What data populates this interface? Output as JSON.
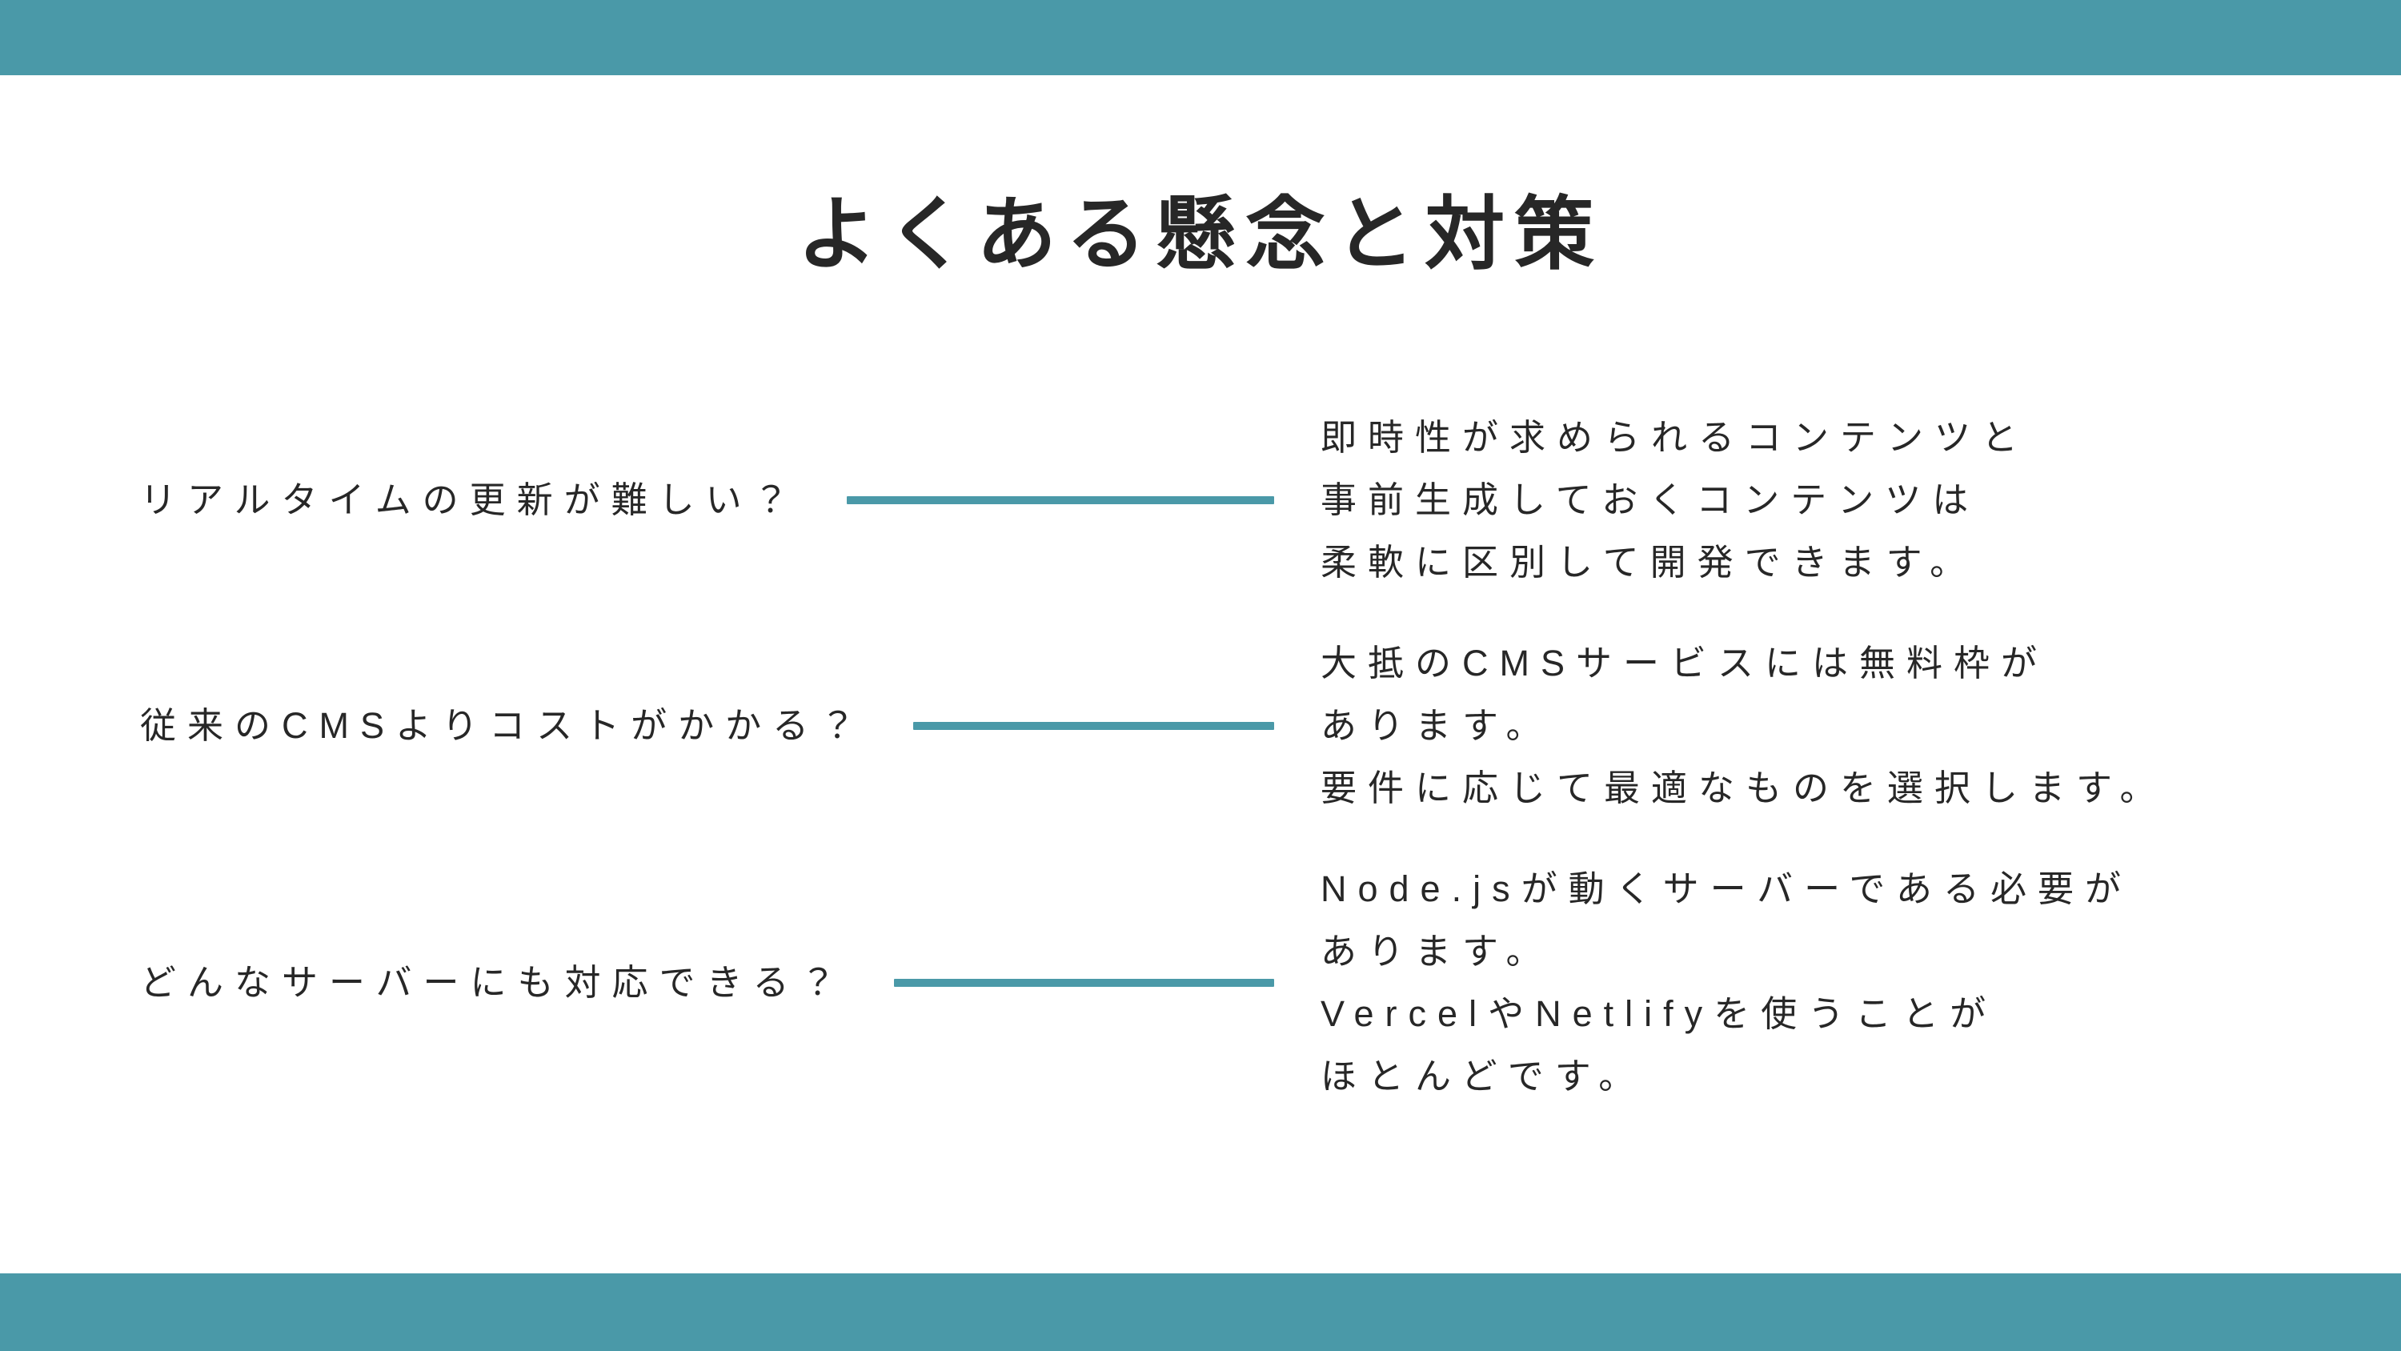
{
  "slide": {
    "title": "よくある懸念と対策",
    "accent_color": "#4A99A8",
    "text_color": "#272727"
  },
  "qa_rows": [
    {
      "question": "リアルタイムの更新が難しい？",
      "answer": "即時性が求められるコンテンツと\n事前生成しておくコンテンツは\n柔軟に区別して開発できます。"
    },
    {
      "question": "従来のCMSよりコストがかかる？",
      "answer": "大抵のCMSサービスには無料枠が\nあります。\n要件に応じて最適なものを選択します。"
    },
    {
      "question": "どんなサーバーにも対応できる？",
      "answer": "Node.jsが動くサーバーである必要が\nあります。\nVercelやNetlifyを使うことが\nほとんどです。"
    }
  ]
}
